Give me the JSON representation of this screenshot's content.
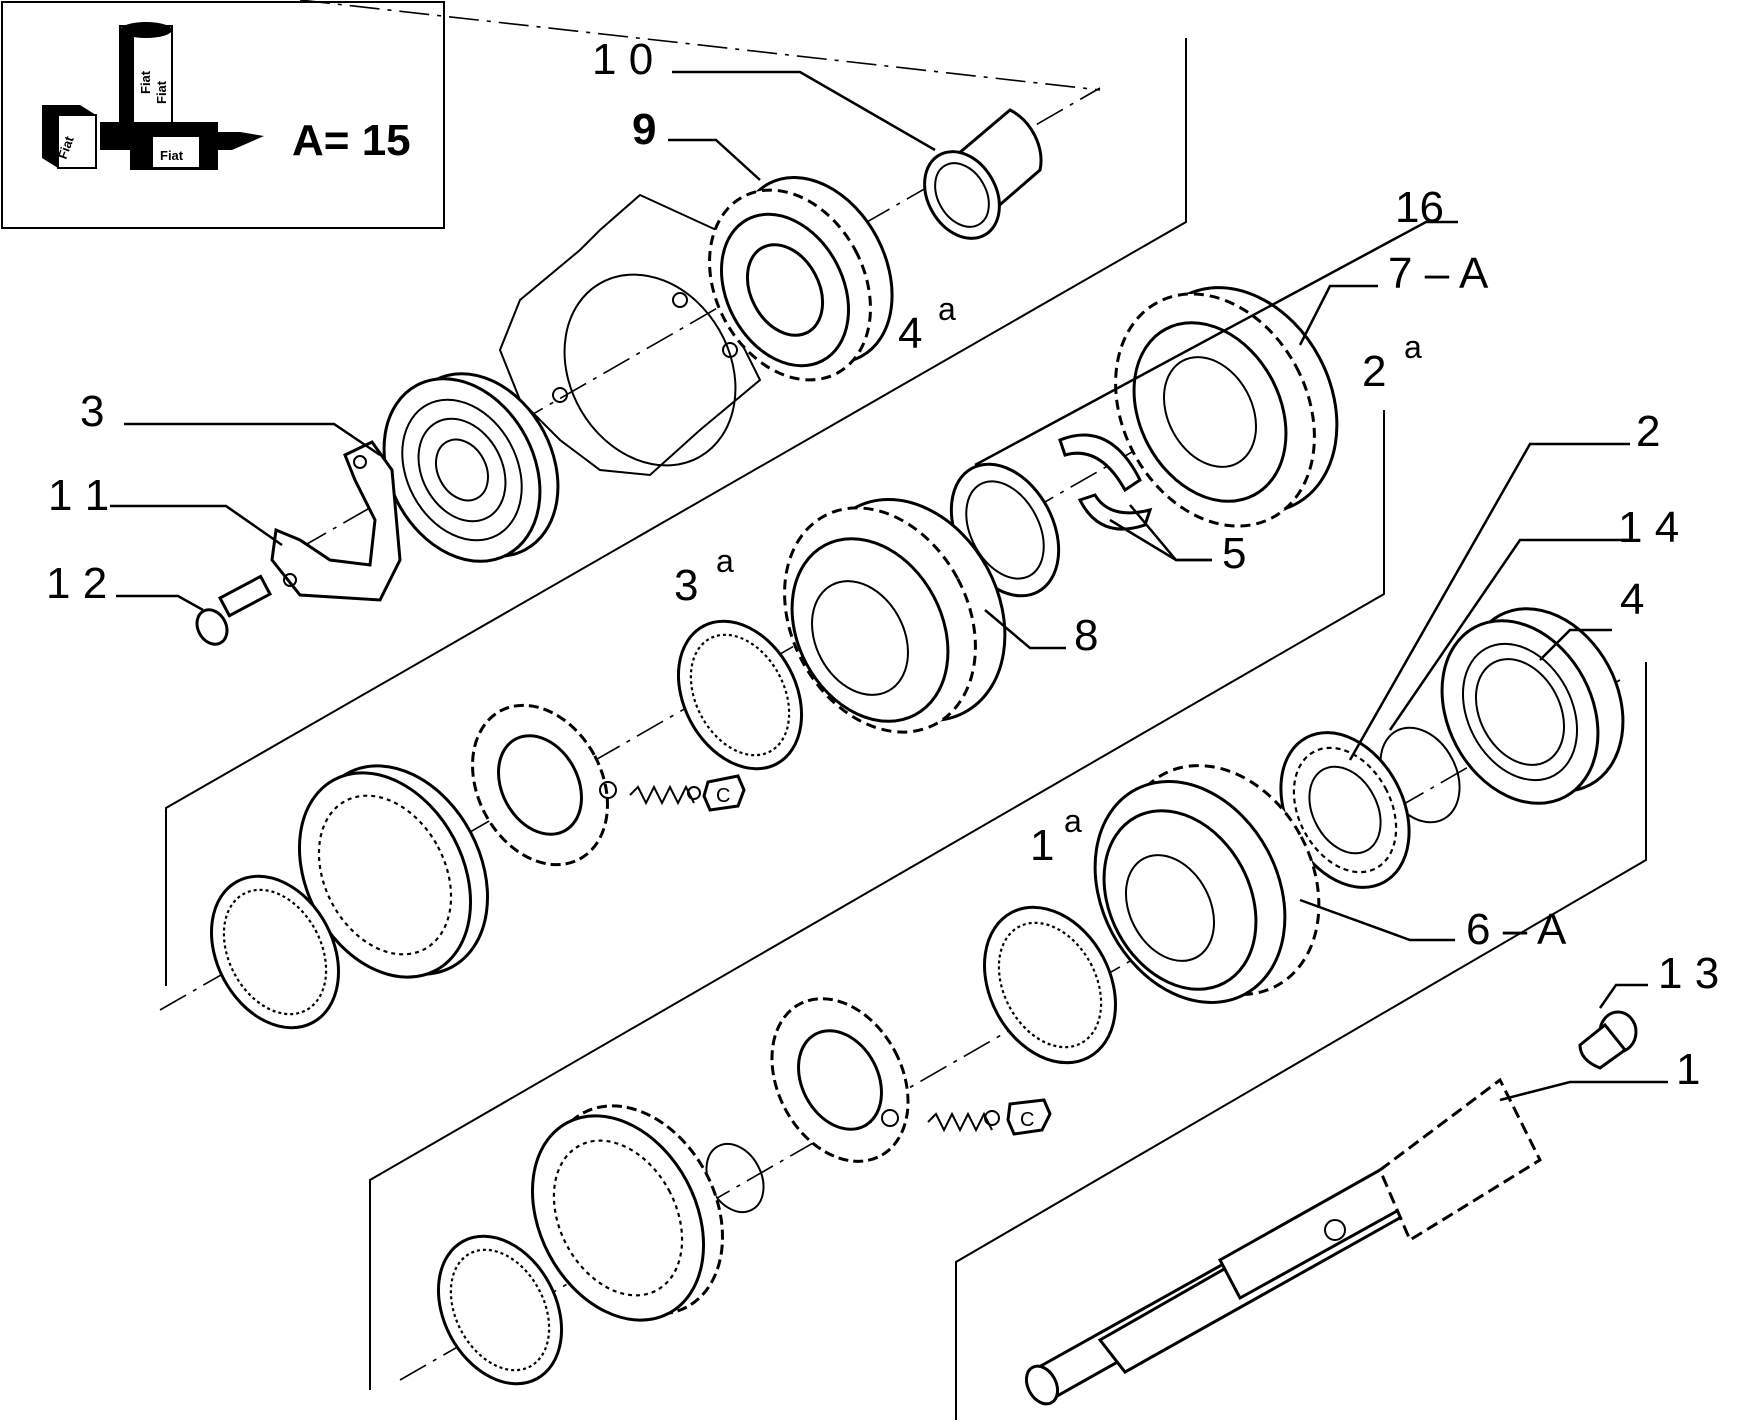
{
  "legend": {
    "brand_labels": [
      "Fiat",
      "Fiat",
      "Fiat",
      "Fiat"
    ],
    "quantity_label": "A= 15"
  },
  "callouts": {
    "c10": "1 0",
    "c9": "9",
    "c16": "16",
    "c7a": "7 – A",
    "c4a_main": "4",
    "c4a_sup": "a",
    "c2a_main": "2",
    "c2a_sup": "a",
    "c3": "3",
    "c11": "1 1",
    "c12": "1 2",
    "c5": "5",
    "c8": "8",
    "c3a_main": "3",
    "c3a_sup": "a",
    "c2": "2",
    "c14": "1 4",
    "c4": "4",
    "c1a_main": "1",
    "c1a_sup": "a",
    "c6a": "6 – A",
    "c13": "1 3",
    "c1": "1"
  },
  "detent_letters": [
    "C",
    "C"
  ]
}
